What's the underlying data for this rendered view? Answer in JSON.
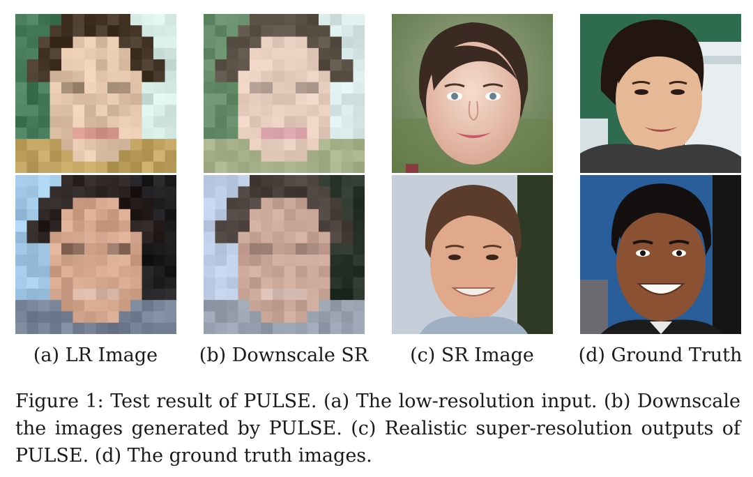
{
  "figure": {
    "panels": [
      {
        "label": "(a) LR Image"
      },
      {
        "label": "(b) Downscale SR"
      },
      {
        "label": "(c) SR Image"
      },
      {
        "label": "(d) Ground Truth"
      }
    ],
    "caption": "Figure 1: Test result of PULSE. (a) The low-resolution input. (b) Downscale the images generated by PULSE. (c) Realistic super-resolution outputs of PULSE. (d) The ground truth images."
  }
}
